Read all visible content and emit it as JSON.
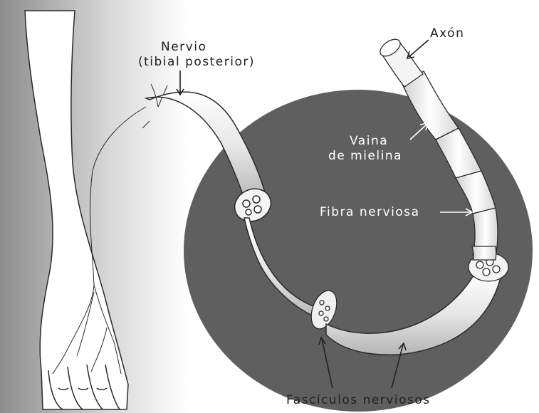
{
  "labels": {
    "nerve_line1": "Nervio",
    "nerve_line2": "(tibial posterior)",
    "axon": "Axón",
    "myelin_line1": "Vaina",
    "myelin_line2": "de mielina",
    "fiber": "Fibra nerviosa",
    "fascicles": "Fascículos nerviosos"
  },
  "colors": {
    "background_dark_panel": "#5f5f5f",
    "label_dark": "#222222",
    "label_light": "#ffffff",
    "nerve_fill": "#e9e9e9",
    "outline": "#2a2a2a"
  }
}
